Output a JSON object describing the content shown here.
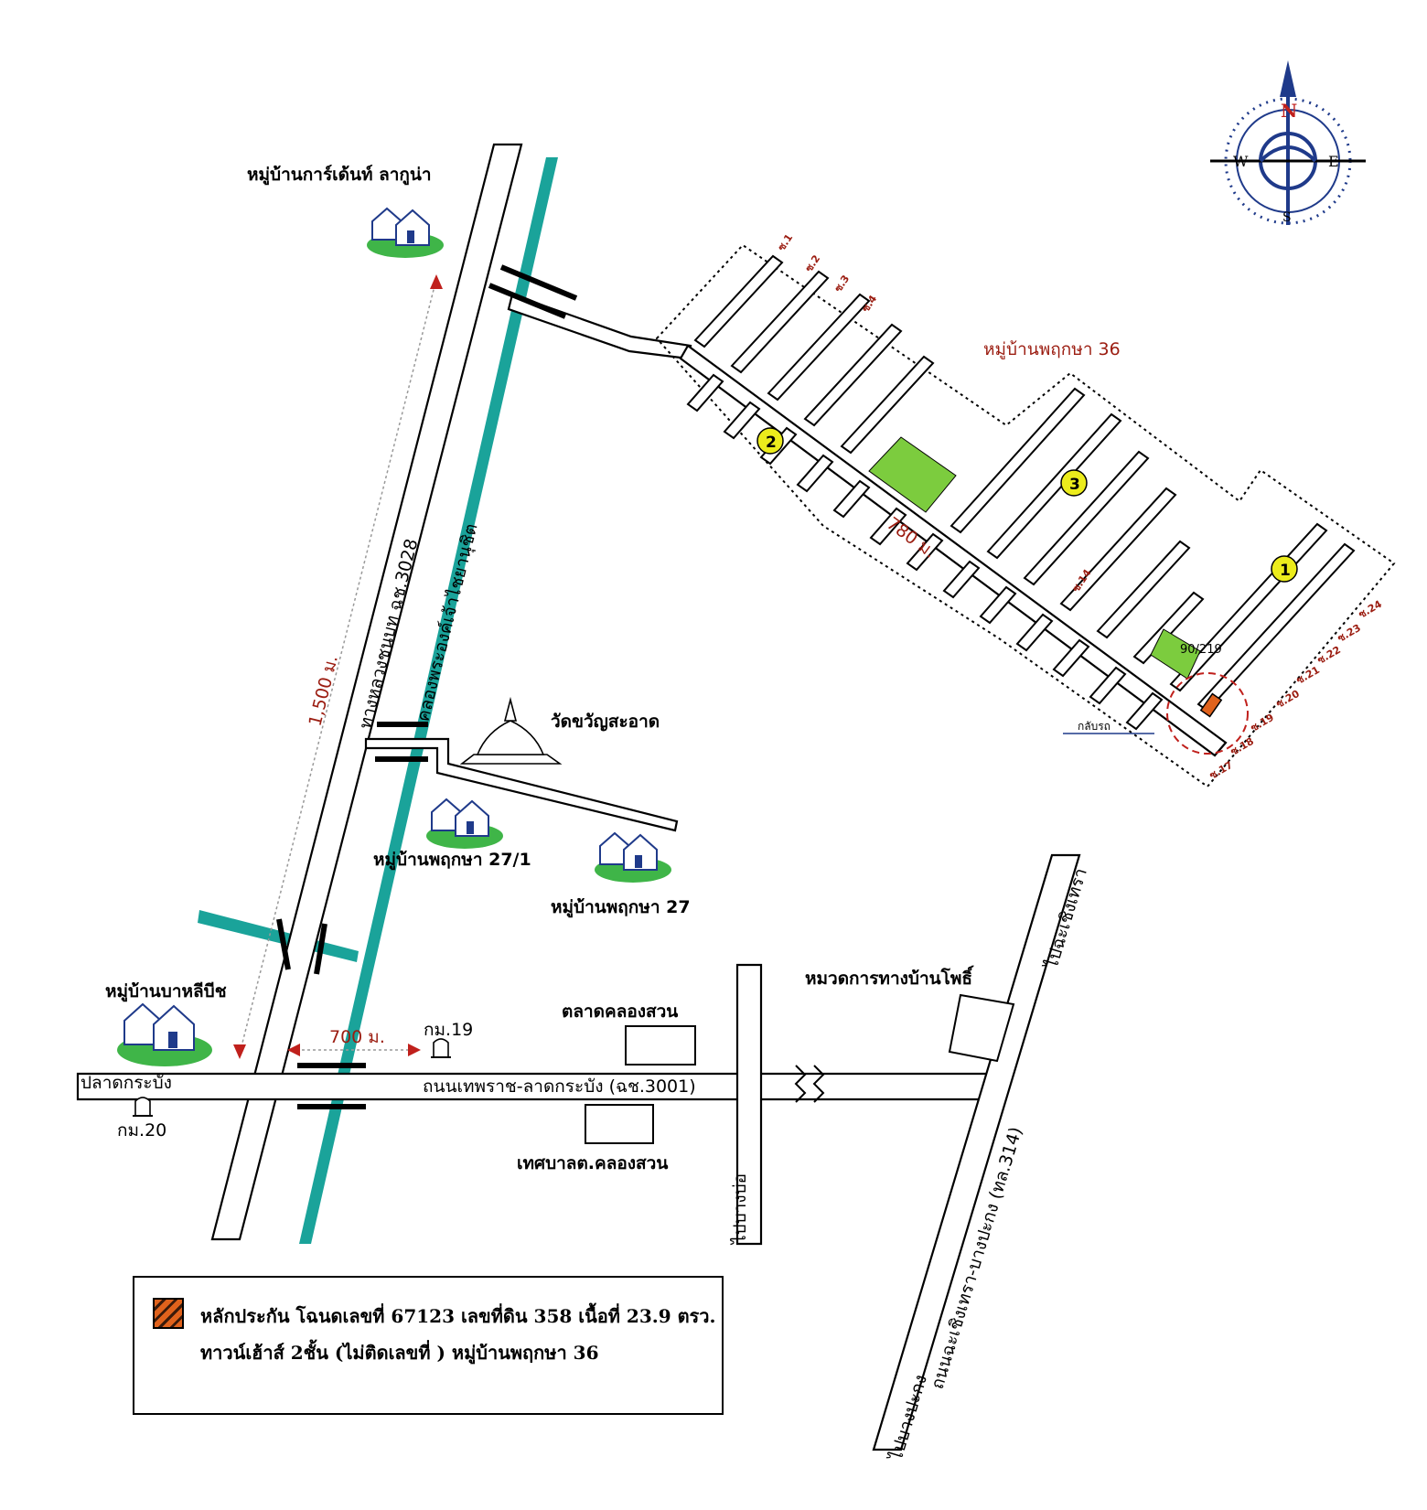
{
  "compass": {
    "n": "N",
    "s": "S",
    "e": "E",
    "w": "W"
  },
  "villages": {
    "garden_laguna": "หมู่บ้านการ์เด้นท์ ลากูน่า",
    "pruksa36": "หมู่บ้านพฤกษา 36",
    "pruksa27_1": "หมู่บ้านพฤกษา 27/1",
    "pruksa27": "หมู่บ้านพฤกษา 27",
    "bali_beach": "หมู่บ้านบาหลีบีช"
  },
  "landmarks": {
    "temple": "วัดขวัญสะอาด",
    "market": "ตลาดคลองสวน",
    "municipality": "เทศบาลต.คลองสวน",
    "highway_dept": "หมวดการทางบ้านโพธิ์",
    "km19": "กม.19",
    "km20": "กม.20",
    "plat_krabang": "ปลาดกระบัง",
    "u_turn": "กลับรถ",
    "plot_no": "90/219"
  },
  "roads": {
    "highway3028": "ทางหลวงชนบท ฉช.3028",
    "canal": "คลองพระองค์เจ้าไชยานุชิต",
    "thepparat": "ถนนเทพราช-ลาดกระบัง (ฉช.3001)",
    "chachoengsao_bangpakong": "ถนนฉะเชิงเทรา-บางปะกง (ทล.314)",
    "to_chachoengsao": "ไปฉะเชิงเทรา",
    "to_bangpakong": "ไปบางปะกง",
    "to_bangbo": "ไปบางบ่อ"
  },
  "distances": {
    "d1500": "1,500 ม.",
    "d700": "700 ม.",
    "d780": "780 ม."
  },
  "zones": [
    "1",
    "2",
    "3"
  ],
  "sois": {
    "top": [
      "ซ.1",
      "ซ.2",
      "ซ.3",
      "ซ.4"
    ],
    "mid": "ซ.14",
    "right": [
      "ซ.24",
      "ซ.23",
      "ซ.22",
      "ซ.21",
      "ซ.20",
      "ซ.19",
      "ซ.18",
      "ซ.17"
    ]
  },
  "legend": {
    "line1": "หลักประกัน โฉนดเลขที่ 67123 เลขที่ดิน 358 เนื้อที่ 23.9 ตรว.",
    "line2": "ทาวน์เฮ้าส์ 2ชั้น (ไม่ติดเลขที่ ) หมู่บ้านพฤกษา 36"
  },
  "colors": {
    "canal": "#1aa39a",
    "park": "#7ccc3e",
    "collateral": "#e0621c",
    "text_red": "#9b1c10",
    "zone_badge": "#ecec1c",
    "compass": "#1f3a8a"
  }
}
